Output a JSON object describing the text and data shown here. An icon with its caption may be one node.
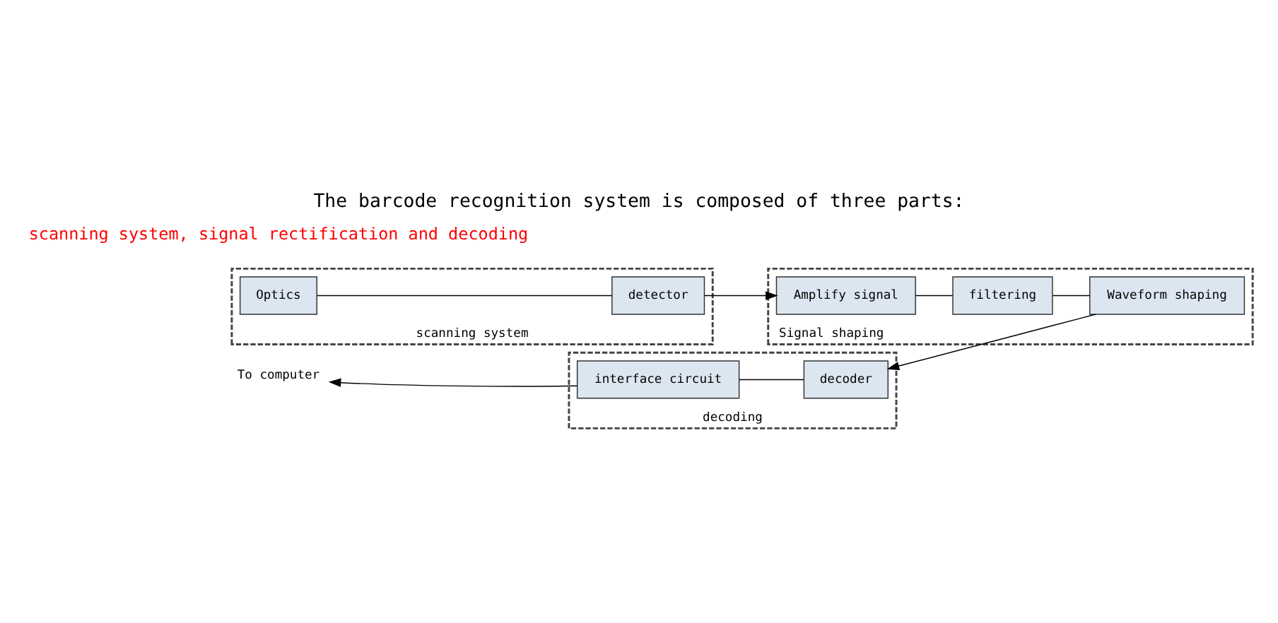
{
  "diagram": {
    "title": "The barcode recognition system is composed of three parts:",
    "nodes": [
      {
        "text": [
          "scanning system"
        ]
      },
      {
        "text": [
          "Optics"
        ],
        "in": 0
      },
      {
        "text": [
          "detector"
        ],
        "in": 0
      },
      {
        "text": [
          "Signal shaping"
        ]
      },
      {
        "text": [
          "Amplify signal"
        ],
        "in": 3
      },
      {
        "text": [
          "filtering"
        ],
        "in": 3
      },
      {
        "text": [
          "Waveform shaping"
        ],
        "in": 3
      },
      {
        "text": [
          "decoding"
        ]
      },
      {
        "text": [
          "interface circuit"
        ],
        "in": 7
      },
      {
        "text": [
          "decoder"
        ],
        "in": 7
      },
      {
        "text": [
          "To computer"
        ]
      }
    ],
    "edges": [
      {
        "from": 1,
        "to": 2,
        "arrow": "none"
      },
      {
        "from": 2,
        "to": 4,
        "arrow": "to"
      },
      {
        "from": 4,
        "to": 5,
        "arrow": "none"
      },
      {
        "from": 5,
        "to": 6,
        "arrow": "none"
      },
      {
        "from": 6,
        "to": 9,
        "arrow": "to"
      },
      {
        "from": 8,
        "to": 9,
        "arrow": "none"
      },
      {
        "from": 8,
        "to": 10,
        "arrow": "to"
      }
    ],
    "labels": [
      "scanning system, signal rectification and decoding"
    ]
  }
}
